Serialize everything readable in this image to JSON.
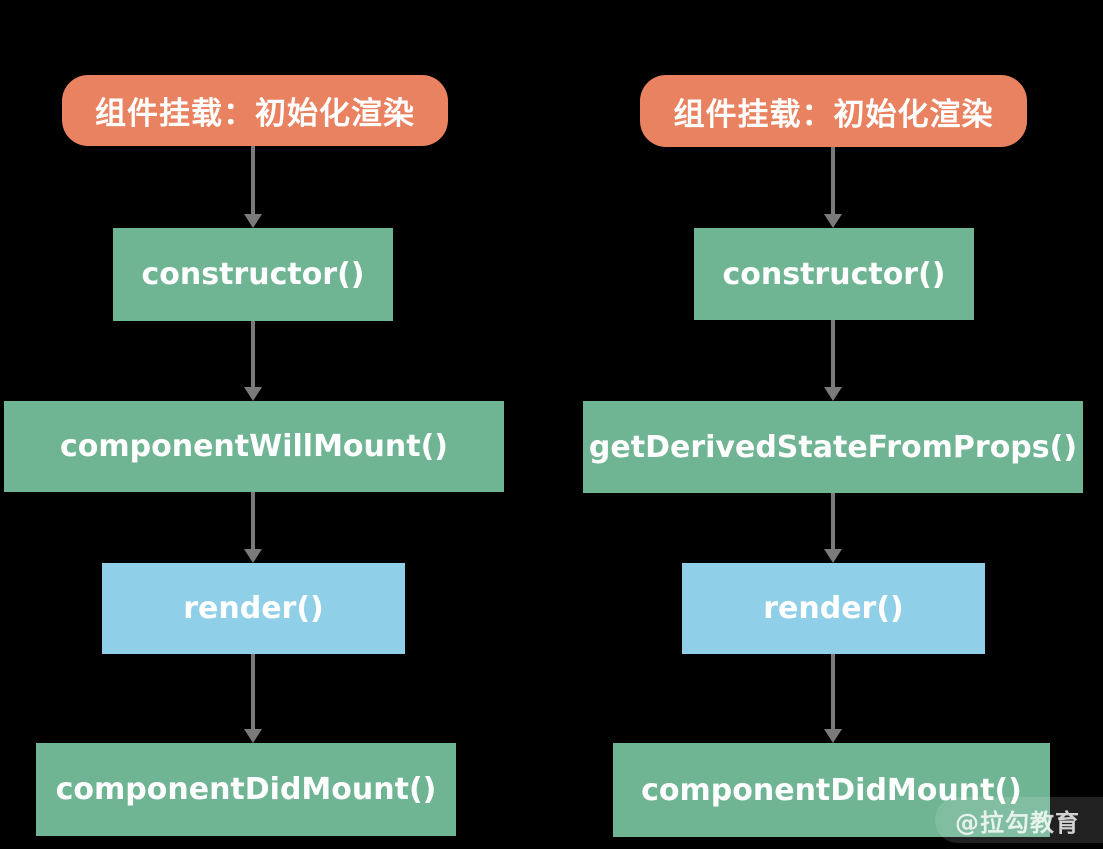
{
  "colors": {
    "background": "#000000",
    "start_node": "#E98260",
    "lifecycle_node": "#6FB493",
    "render_node": "#8FCFE8",
    "arrow": "#7A7A7A",
    "node_text": "#FFFFFF"
  },
  "flows": [
    {
      "name": "mount-flow-left",
      "nodes": [
        {
          "type": "start",
          "label": "组件挂载：初始化渲染"
        },
        {
          "type": "lifecycle",
          "label": "constructor()"
        },
        {
          "type": "lifecycle",
          "label": "componentWillMount()"
        },
        {
          "type": "render",
          "label": "render()"
        },
        {
          "type": "lifecycle",
          "label": "componentDidMount()"
        }
      ]
    },
    {
      "name": "mount-flow-right",
      "nodes": [
        {
          "type": "start",
          "label": "组件挂载：初始化渲染"
        },
        {
          "type": "lifecycle",
          "label": "constructor()"
        },
        {
          "type": "lifecycle",
          "label": "getDerivedStateFromProps()"
        },
        {
          "type": "render",
          "label": "render()"
        },
        {
          "type": "lifecycle",
          "label": "componentDidMount()"
        }
      ]
    }
  ],
  "watermark": {
    "text": "@拉勾教育"
  }
}
